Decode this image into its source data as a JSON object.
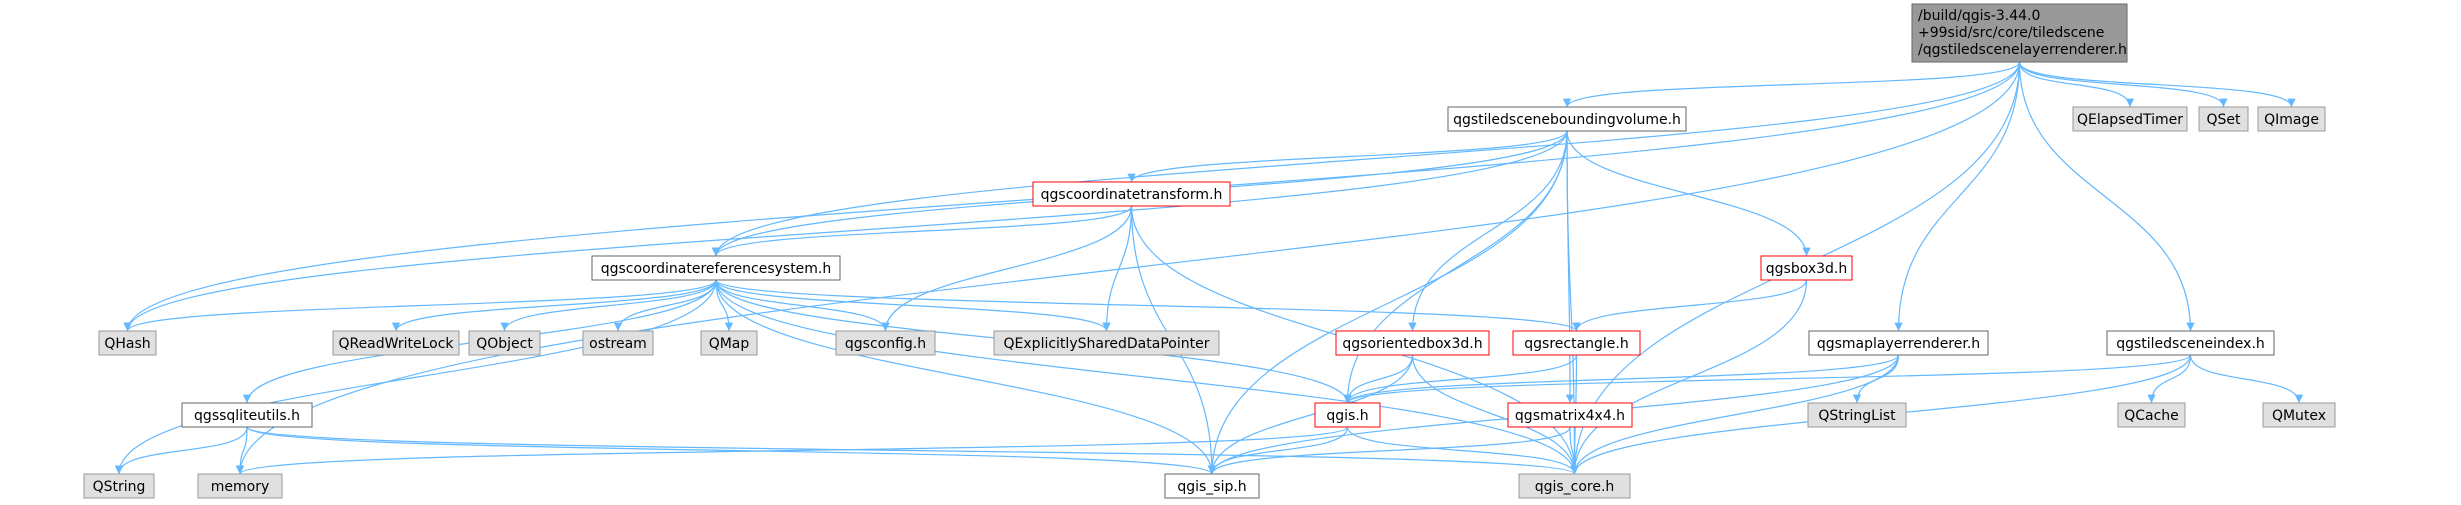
{
  "colors": {
    "edge": "#63b8ff",
    "root_fill": "#999999",
    "root_border": "#666666",
    "system_fill": "#e0e0e0",
    "system_border": "#999999",
    "local_fill": "#ffffff",
    "local_border": "#666666",
    "incomplete_border": "#ff0000"
  },
  "nodes": [
    {
      "id": "root",
      "kind": "root",
      "lines": [
        "/build/qgis-3.44.0",
        "+99sid/src/core/tiledscene",
        "/qgstiledscenelayerrenderer.h"
      ]
    },
    {
      "id": "boundingvolume",
      "kind": "local",
      "lines": [
        "qgstiledsceneboundingvolume.h"
      ]
    },
    {
      "id": "qelapsedtimer",
      "kind": "system",
      "lines": [
        "QElapsedTimer"
      ]
    },
    {
      "id": "qset",
      "kind": "system",
      "lines": [
        "QSet"
      ]
    },
    {
      "id": "qimage",
      "kind": "system",
      "lines": [
        "QImage"
      ]
    },
    {
      "id": "coordinatetransform",
      "kind": "incomplete",
      "lines": [
        "qgscoordinatetransform.h"
      ]
    },
    {
      "id": "crs",
      "kind": "local",
      "lines": [
        "qgscoordinatereferencesystem.h"
      ]
    },
    {
      "id": "box3d",
      "kind": "incomplete",
      "lines": [
        "qgsbox3d.h"
      ]
    },
    {
      "id": "qhash",
      "kind": "system",
      "lines": [
        "QHash"
      ]
    },
    {
      "id": "qreadwritelock",
      "kind": "system",
      "lines": [
        "QReadWriteLock"
      ]
    },
    {
      "id": "qobject",
      "kind": "system",
      "lines": [
        "QObject"
      ]
    },
    {
      "id": "ostream",
      "kind": "system",
      "lines": [
        "ostream"
      ]
    },
    {
      "id": "qmap",
      "kind": "system",
      "lines": [
        "QMap"
      ]
    },
    {
      "id": "qgsconfig",
      "kind": "system",
      "lines": [
        "qgsconfig.h"
      ]
    },
    {
      "id": "qexplicit",
      "kind": "system",
      "lines": [
        "QExplicitlySharedDataPointer"
      ]
    },
    {
      "id": "orientedbox3d",
      "kind": "incomplete",
      "lines": [
        "qgsorientedbox3d.h"
      ]
    },
    {
      "id": "rectangle",
      "kind": "incomplete",
      "lines": [
        "qgsrectangle.h"
      ]
    },
    {
      "id": "maplayerrenderer",
      "kind": "local",
      "lines": [
        "qgsmaplayerrenderer.h"
      ]
    },
    {
      "id": "sceneindex",
      "kind": "local",
      "lines": [
        "qgstiledsceneindex.h"
      ]
    },
    {
      "id": "sqliteutils",
      "kind": "local",
      "lines": [
        "qgssqliteutils.h"
      ]
    },
    {
      "id": "qgis",
      "kind": "incomplete",
      "lines": [
        "qgis.h"
      ]
    },
    {
      "id": "matrix4x4",
      "kind": "incomplete",
      "lines": [
        "qgsmatrix4x4.h"
      ]
    },
    {
      "id": "qstringlist",
      "kind": "system",
      "lines": [
        "QStringList"
      ]
    },
    {
      "id": "qcache",
      "kind": "system",
      "lines": [
        "QCache"
      ]
    },
    {
      "id": "qmutex",
      "kind": "system",
      "lines": [
        "QMutex"
      ]
    },
    {
      "id": "qstring",
      "kind": "system",
      "lines": [
        "QString"
      ]
    },
    {
      "id": "memory",
      "kind": "system",
      "lines": [
        "memory"
      ]
    },
    {
      "id": "sip",
      "kind": "local",
      "lines": [
        "qgis_sip.h"
      ]
    },
    {
      "id": "core",
      "kind": "system",
      "lines": [
        "qgis_core.h"
      ]
    }
  ],
  "edges": [
    [
      "root",
      "boundingvolume"
    ],
    [
      "root",
      "qelapsedtimer"
    ],
    [
      "root",
      "qset"
    ],
    [
      "root",
      "qimage"
    ],
    [
      "root",
      "crs"
    ],
    [
      "root",
      "qhash"
    ],
    [
      "root",
      "memory"
    ],
    [
      "root",
      "maplayerrenderer"
    ],
    [
      "root",
      "sceneindex"
    ],
    [
      "root",
      "core"
    ],
    [
      "boundingvolume",
      "coordinatetransform"
    ],
    [
      "boundingvolume",
      "box3d"
    ],
    [
      "boundingvolume",
      "orientedbox3d"
    ],
    [
      "boundingvolume",
      "matrix4x4"
    ],
    [
      "boundingvolume",
      "qgis"
    ],
    [
      "boundingvolume",
      "core"
    ],
    [
      "boundingvolume",
      "sip"
    ],
    [
      "boundingvolume",
      "crs"
    ],
    [
      "boundingvolume",
      "qhash"
    ],
    [
      "coordinatetransform",
      "crs"
    ],
    [
      "coordinatetransform",
      "qgsconfig"
    ],
    [
      "coordinatetransform",
      "qexplicit"
    ],
    [
      "coordinatetransform",
      "sip"
    ],
    [
      "coordinatetransform",
      "core"
    ],
    [
      "crs",
      "qhash"
    ],
    [
      "crs",
      "qreadwritelock"
    ],
    [
      "crs",
      "qobject"
    ],
    [
      "crs",
      "ostream"
    ],
    [
      "crs",
      "qmap"
    ],
    [
      "crs",
      "qgsconfig"
    ],
    [
      "crs",
      "qexplicit"
    ],
    [
      "crs",
      "rectangle"
    ],
    [
      "crs",
      "qgis"
    ],
    [
      "crs",
      "sqliteutils"
    ],
    [
      "crs",
      "qstring"
    ],
    [
      "crs",
      "sip"
    ],
    [
      "crs",
      "core"
    ],
    [
      "box3d",
      "rectangle"
    ],
    [
      "box3d",
      "core"
    ],
    [
      "orientedbox3d",
      "qgis"
    ],
    [
      "orientedbox3d",
      "sip"
    ],
    [
      "orientedbox3d",
      "core"
    ],
    [
      "rectangle",
      "qgis"
    ],
    [
      "rectangle",
      "core"
    ],
    [
      "sqliteutils",
      "qstring"
    ],
    [
      "sqliteutils",
      "memory"
    ],
    [
      "sqliteutils",
      "sip"
    ],
    [
      "sqliteutils",
      "core"
    ],
    [
      "qgis",
      "memory"
    ],
    [
      "qgis",
      "sip"
    ],
    [
      "qgis",
      "core"
    ],
    [
      "matrix4x4",
      "sip"
    ],
    [
      "matrix4x4",
      "core"
    ],
    [
      "maplayerrenderer",
      "qgis"
    ],
    [
      "maplayerrenderer",
      "qstringlist"
    ],
    [
      "maplayerrenderer",
      "sip"
    ],
    [
      "maplayerrenderer",
      "core"
    ],
    [
      "sceneindex",
      "qgis"
    ],
    [
      "sceneindex",
      "qcache"
    ],
    [
      "sceneindex",
      "qmutex"
    ],
    [
      "sceneindex",
      "core"
    ]
  ]
}
